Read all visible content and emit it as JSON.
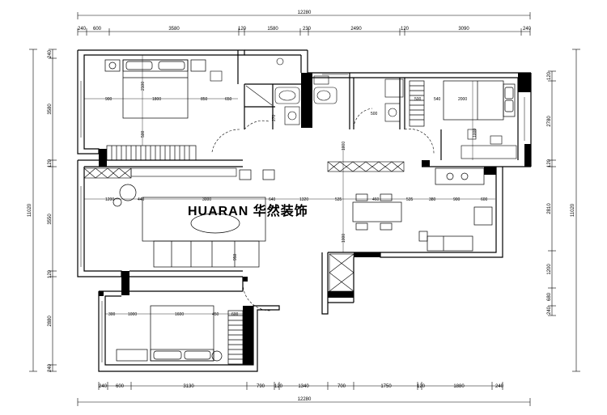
{
  "top_dims": {
    "overall": "12280",
    "segments": [
      "240",
      "600",
      "3580",
      "120",
      "1580",
      "230",
      "2490",
      "120",
      "3090",
      "240"
    ]
  },
  "bottom_dims": {
    "overall": "12280",
    "segments": [
      "240",
      "600",
      "3130",
      "790",
      "120",
      "1340",
      "700",
      "1750",
      "120",
      "1880",
      "240"
    ]
  },
  "left_dims": {
    "overall": "11020",
    "segments": [
      "240",
      "3580",
      "120",
      "3550",
      "120",
      "2880",
      "240"
    ]
  },
  "right_dims": {
    "overall": "11020",
    "segments": [
      "120",
      "2780",
      "120",
      "2810",
      "1200",
      "680",
      "240"
    ]
  },
  "room_labels": {
    "master_bed": {
      "l1": "900",
      "l2": "1800",
      "l3": "850",
      "l4": "650",
      "v1": "2100",
      "v2": "500"
    },
    "second_bed": {
      "l1": "500",
      "l2": "540",
      "l3": "2000",
      "v1": "1000"
    },
    "living": {
      "l1": "1200",
      "l2": "440",
      "l3": "3000",
      "l4": "640",
      "l5": "1320",
      "v1": "950"
    },
    "dining": {
      "l1": "535",
      "l2": "460",
      "l3": "535",
      "l4": "380",
      "l5": "900",
      "l6": "600",
      "v1": "1000"
    },
    "bath": {
      "l1": "270"
    },
    "kitchen_hall": {
      "v1": "1000"
    },
    "third_bed": {
      "l1": "300",
      "l2": "1000",
      "l3": "1600",
      "l4": "450",
      "l5": "600"
    }
  },
  "watermark": "HUARAN 华然装饰"
}
